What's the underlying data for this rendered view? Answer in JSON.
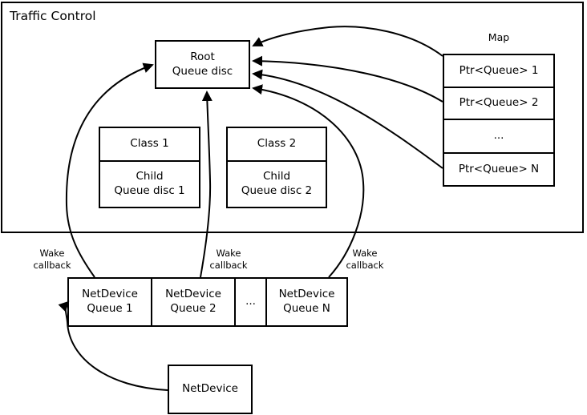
{
  "diagram": {
    "title": "Traffic Control",
    "root_box": {
      "line1": "Root",
      "line2": "Queue disc"
    },
    "map": {
      "label": "Map",
      "entries": [
        "Ptr<Queue> 1",
        "Ptr<Queue> 2",
        "...",
        "Ptr<Queue> N"
      ]
    },
    "class_boxes": [
      {
        "header": "Class 1",
        "child_line1": "Child",
        "child_line2": "Queue disc 1"
      },
      {
        "header": "Class 2",
        "child_line1": "Child",
        "child_line2": "Queue disc 2"
      }
    ],
    "netdevice_queues": [
      {
        "line1": "NetDevice",
        "line2": "Queue 1"
      },
      {
        "line1": "NetDevice",
        "line2": "Queue 2"
      },
      {
        "line1": "..."
      },
      {
        "line1": "NetDevice",
        "line2": "Queue N"
      }
    ],
    "wake_callbacks": [
      {
        "line1": "Wake",
        "line2": "callback"
      },
      {
        "line1": "Wake",
        "line2": "callback"
      },
      {
        "line1": "Wake",
        "line2": "callback"
      }
    ],
    "netdevice": {
      "label": "NetDevice"
    },
    "colors": {
      "stroke": "#000000",
      "background": "#ffffff"
    }
  }
}
